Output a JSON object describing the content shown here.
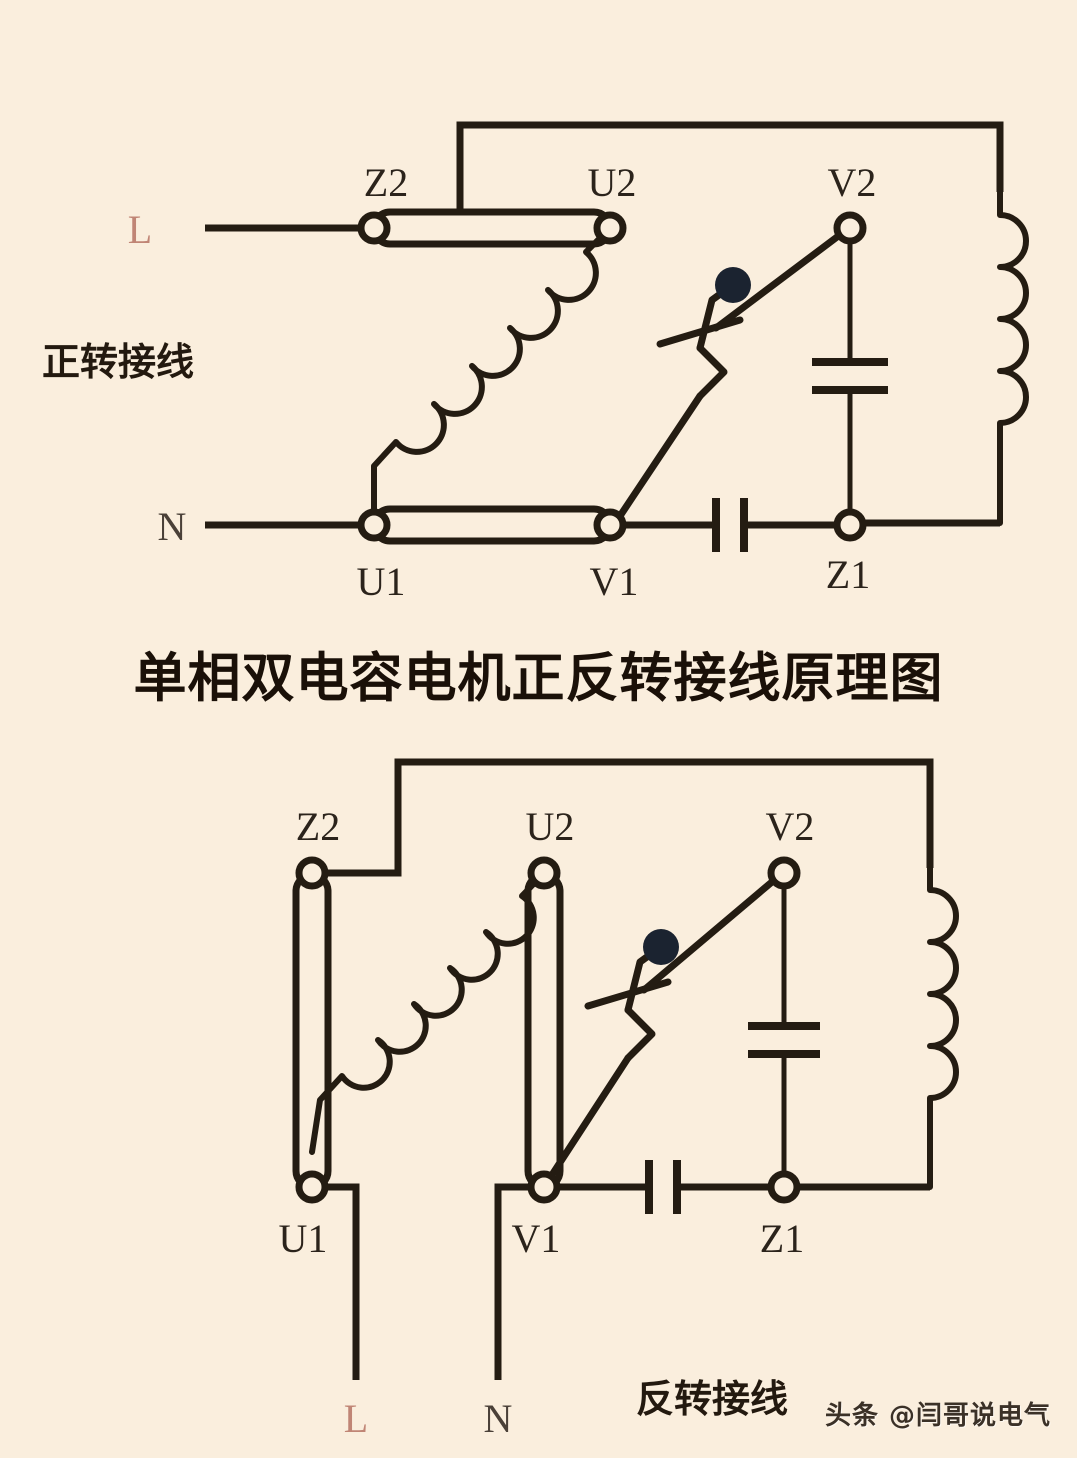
{
  "page": {
    "background_color": "#faeedd",
    "ink_color": "#241c12",
    "accent_l_color": "#c08575"
  },
  "title": {
    "text": "单相双电容电机正反转接线原理图"
  },
  "watermark": {
    "text": "头条 @闫哥说电气"
  },
  "diagrams": [
    {
      "id": "forward",
      "caption": "正转接线",
      "caption_meaning": "forward-rotation wiring",
      "supply_labels": [
        "L",
        "N"
      ],
      "terminals": [
        "Z2",
        "U2",
        "V2",
        "U1",
        "V1",
        "Z1"
      ],
      "components": [
        "main-winding-coil",
        "auxiliary-winding-coil",
        "centrifugal-switch",
        "run-capacitor",
        "start-capacitor",
        "jumper-bar-z2-u2",
        "jumper-bar-u1-v1"
      ]
    },
    {
      "id": "reverse",
      "caption": "反转接线",
      "caption_meaning": "reverse-rotation wiring",
      "supply_labels": [
        "L",
        "N"
      ],
      "terminals": [
        "Z2",
        "U2",
        "V2",
        "U1",
        "V1",
        "Z1"
      ],
      "components": [
        "main-winding-coil",
        "auxiliary-winding-coil",
        "centrifugal-switch",
        "run-capacitor",
        "start-capacitor",
        "jumper-bar-z2-u1",
        "jumper-bar-u2-v1"
      ]
    }
  ],
  "labels": {
    "L": "L",
    "N": "N",
    "Z2": "Z2",
    "U2": "U2",
    "V2": "V2",
    "U1": "U1",
    "V1": "V1",
    "Z1": "Z1",
    "forward_caption": "正转接线",
    "reverse_caption": "反转接线"
  }
}
